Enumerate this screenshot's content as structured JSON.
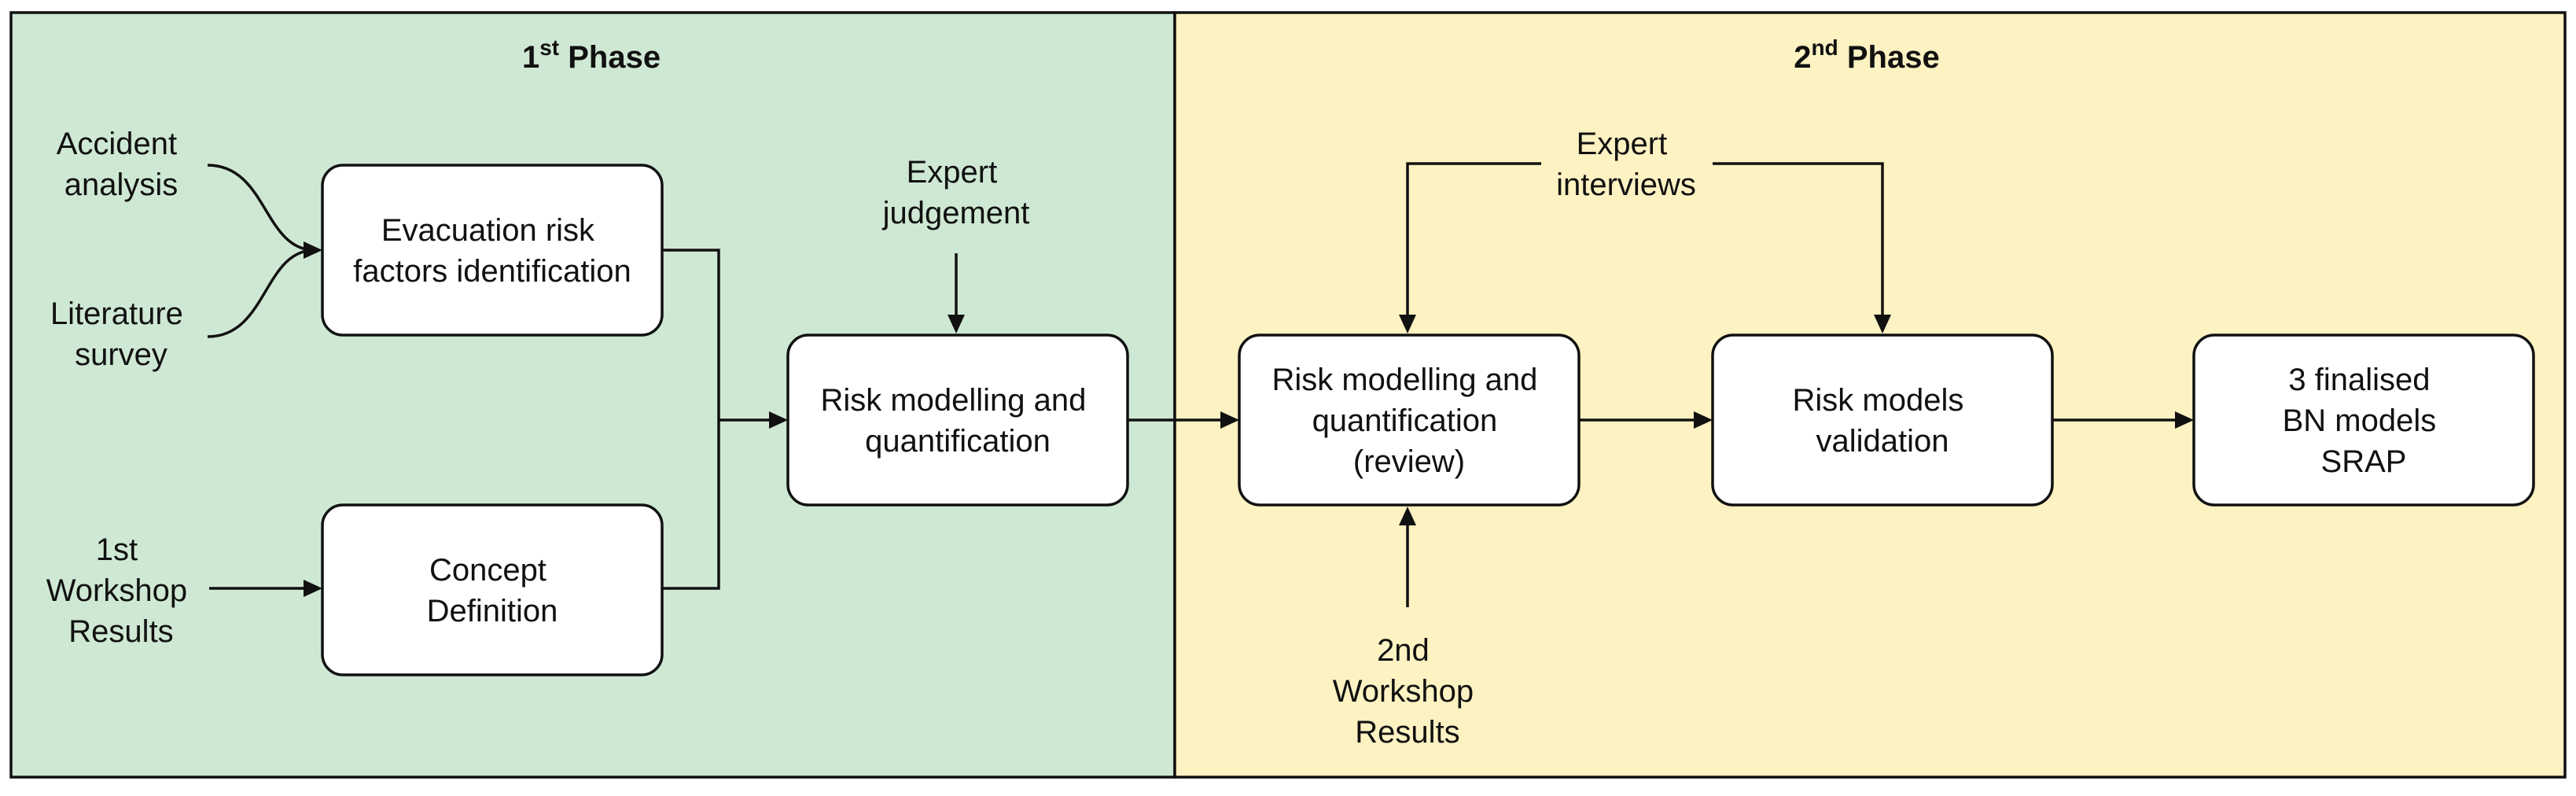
{
  "colors": {
    "phase1_bg": "#cfe8d4",
    "phase2_bg": "#fdf2c2",
    "stroke": "#111111"
  },
  "phases": {
    "phase1": {
      "num": "1",
      "sup": "st",
      "word": " Phase"
    },
    "phase2": {
      "num": "2",
      "sup": "nd",
      "word": " Phase"
    }
  },
  "inputs": {
    "accident": [
      "Accident",
      "analysis"
    ],
    "literature": [
      "Literature",
      "survey"
    ],
    "workshop1": [
      "1st",
      "Workshop",
      "Results"
    ],
    "expert_judgement": [
      "Expert",
      "judgement"
    ],
    "expert_interviews": [
      "Expert",
      "interviews"
    ],
    "workshop2": [
      "2nd",
      "Workshop",
      "Results"
    ]
  },
  "boxes": {
    "evacuation": [
      "Evacuation risk",
      "factors identification"
    ],
    "concept": [
      "Concept",
      "Definition"
    ],
    "risk1": [
      "Risk modelling and",
      "quantification"
    ],
    "risk_review": [
      "Risk modelling and",
      "quantification",
      "(review)"
    ],
    "validation": [
      "Risk models",
      "validation"
    ],
    "final": [
      "3 finalised",
      "BN models",
      "SRAP"
    ]
  }
}
